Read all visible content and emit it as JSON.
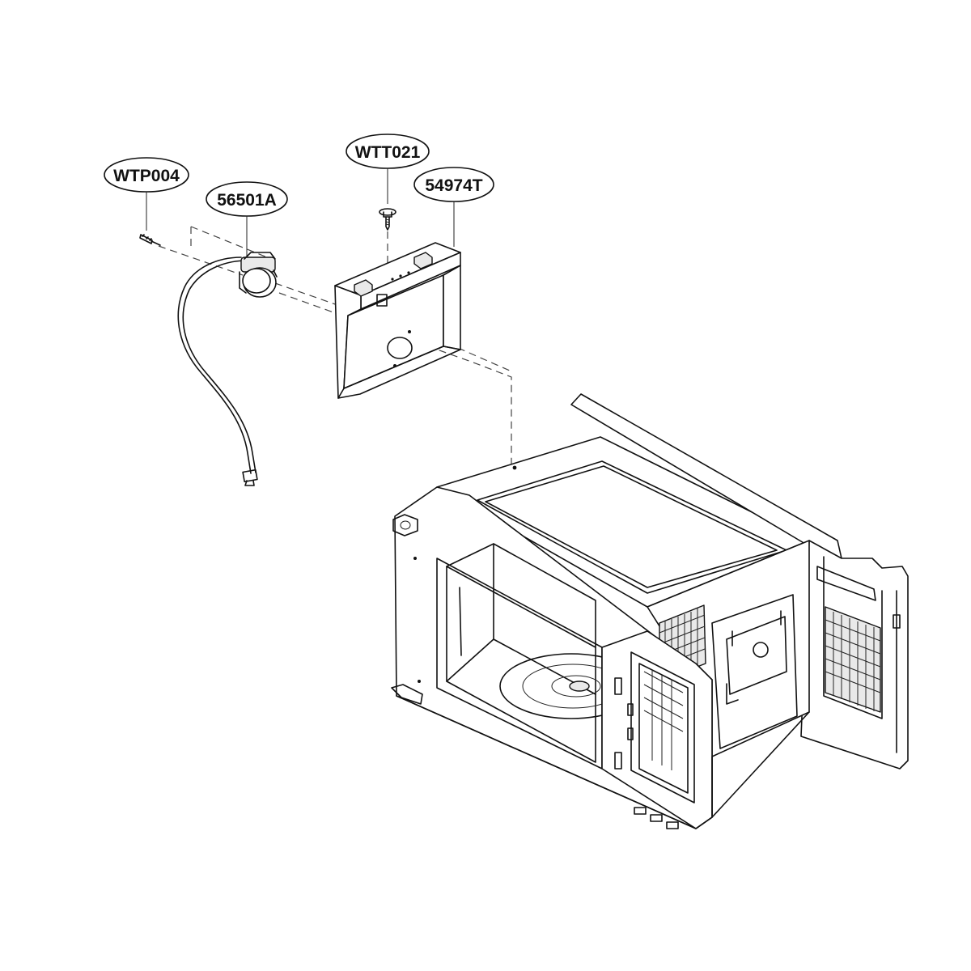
{
  "parts": [
    {
      "id": "wtp004",
      "code": "WTP004"
    },
    {
      "id": "56501a",
      "code": "56501A"
    },
    {
      "id": "wtt021",
      "code": "WTT021"
    },
    {
      "id": "54974t",
      "code": "54974T"
    }
  ]
}
